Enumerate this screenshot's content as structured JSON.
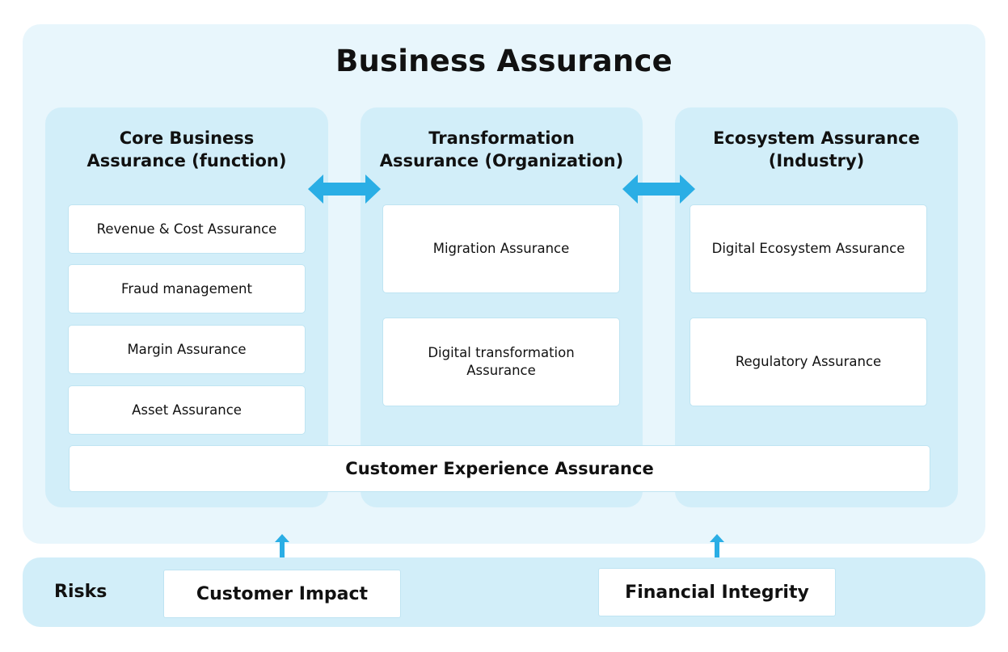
{
  "title": "Business Assurance",
  "columns": [
    {
      "title_line1": "Core Business",
      "title_line2": "Assurance (function)",
      "items": [
        "Revenue & Cost Assurance",
        "Fraud management",
        "Margin Assurance",
        "Asset Assurance"
      ]
    },
    {
      "title_line1": "Transformation",
      "title_line2": "Assurance (Organization)",
      "items": [
        {
          "line1": "Migration Assurance",
          "line2": ""
        },
        {
          "line1": "Digital transformation",
          "line2": "Assurance"
        }
      ]
    },
    {
      "title_line1": "Ecosystem Assurance",
      "title_line2": "(Industry)",
      "items": [
        "Digital Ecosystem Assurance",
        "Regulatory Assurance"
      ]
    }
  ],
  "customer_experience": "Customer Experience Assurance",
  "risks": {
    "label": "Risks",
    "items": [
      "Customer Impact",
      "Financial Integrity"
    ]
  },
  "colors": {
    "outer_bg": "#e8f6fc",
    "column_bg": "#d2eef9",
    "arrow": "#2aaee5",
    "card_bg": "#ffffff"
  }
}
